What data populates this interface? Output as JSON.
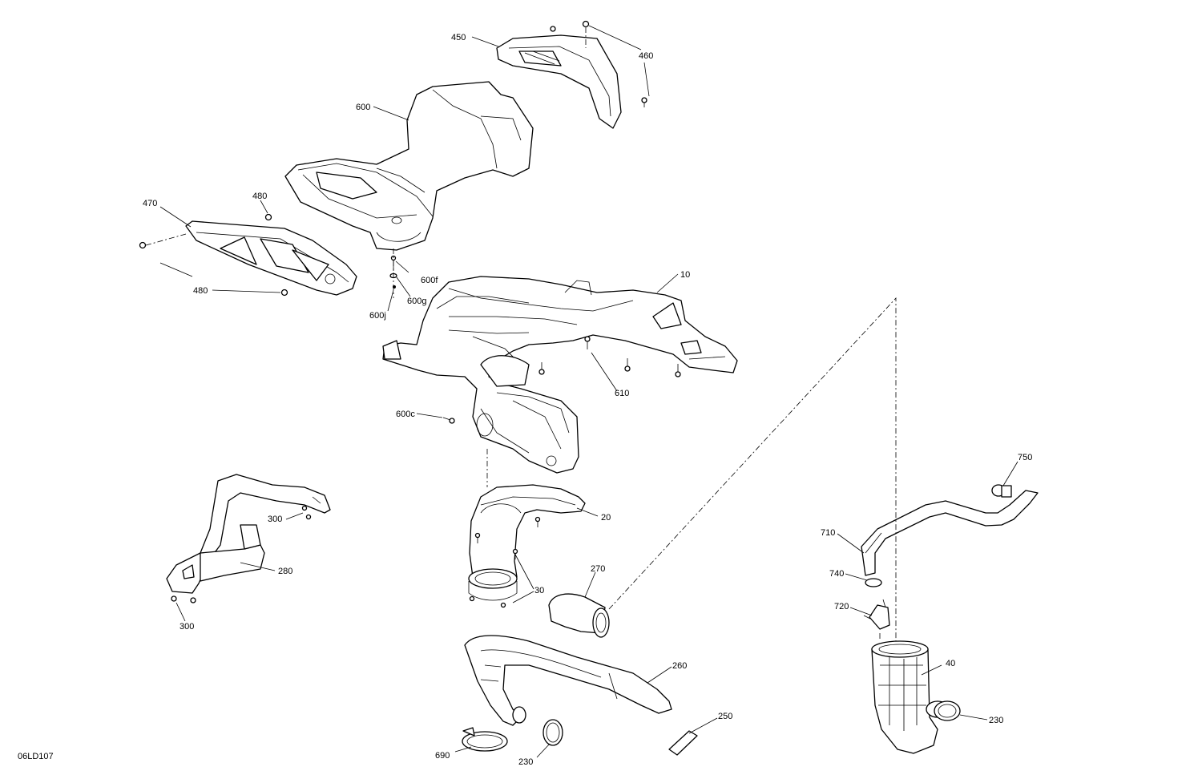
{
  "drawing_id": "06LD107",
  "callouts": [
    {
      "id": "c450",
      "text": "450"
    },
    {
      "id": "c460",
      "text": "460"
    },
    {
      "id": "c600",
      "text": "600"
    },
    {
      "id": "c470",
      "text": "470"
    },
    {
      "id": "c480a",
      "text": "480"
    },
    {
      "id": "c480b",
      "text": "480"
    },
    {
      "id": "c600f",
      "text": "600f"
    },
    {
      "id": "c600g",
      "text": "600g"
    },
    {
      "id": "c600j",
      "text": "600j"
    },
    {
      "id": "c10",
      "text": "10"
    },
    {
      "id": "c610",
      "text": "610"
    },
    {
      "id": "c600c",
      "text": "600c"
    },
    {
      "id": "c750",
      "text": "750"
    },
    {
      "id": "c20",
      "text": "20"
    },
    {
      "id": "c300a",
      "text": "300"
    },
    {
      "id": "c710",
      "text": "710"
    },
    {
      "id": "c280",
      "text": "280"
    },
    {
      "id": "c270",
      "text": "270"
    },
    {
      "id": "c740",
      "text": "740"
    },
    {
      "id": "c30",
      "text": "30"
    },
    {
      "id": "c720",
      "text": "720"
    },
    {
      "id": "c300b",
      "text": "300"
    },
    {
      "id": "c260",
      "text": "260"
    },
    {
      "id": "c40",
      "text": "40"
    },
    {
      "id": "c250",
      "text": "250"
    },
    {
      "id": "c230a",
      "text": "230"
    },
    {
      "id": "c690",
      "text": "690"
    },
    {
      "id": "c230b",
      "text": "230"
    }
  ]
}
